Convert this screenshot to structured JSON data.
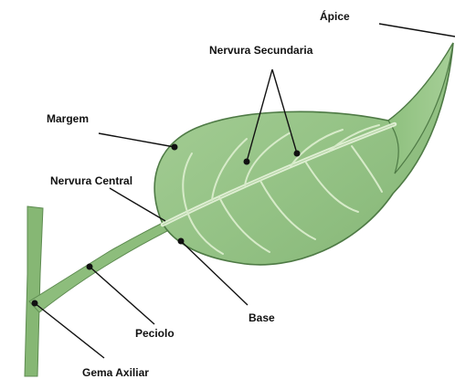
{
  "labels": {
    "apice": "Ápice",
    "nervura_secundaria": "Nervura Secundaria",
    "margem": "Margem",
    "nervura_central": "Nervura Central",
    "base": "Base",
    "peciolo": "Peciolo",
    "gema_axiliar": "Gema Axiliar"
  },
  "colors": {
    "leaf_fill": "#9cc88e",
    "leaf_edge": "#4e7a45",
    "vein": "#dfeed3",
    "stem": "#86b774",
    "pointer": "#111111"
  }
}
